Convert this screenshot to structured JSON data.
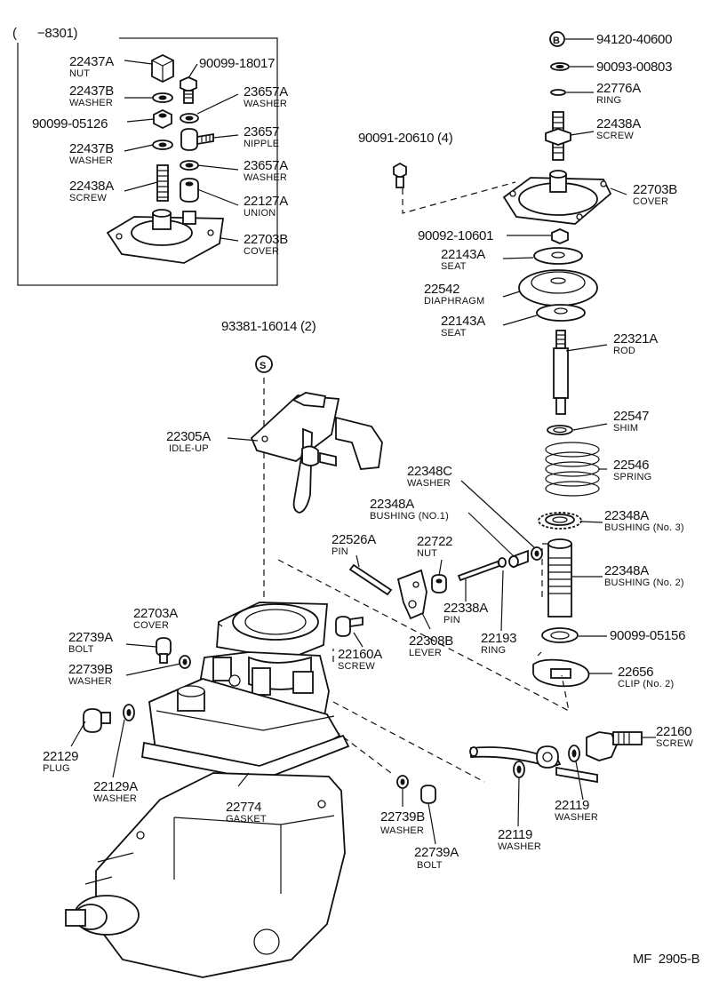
{
  "inset_header": "(      −8301)",
  "footer": "MF  2905-B",
  "parts": [
    {
      "id": "p22437A",
      "num": "22437A",
      "name": "NUT"
    },
    {
      "id": "p22437B_1",
      "num": "22437B",
      "name": "WASHER"
    },
    {
      "id": "p90099_05126",
      "num": "90099-05126",
      "name": ""
    },
    {
      "id": "p22437B_2",
      "num": "22437B",
      "name": "WASHER"
    },
    {
      "id": "p22438A_1",
      "num": "22438A",
      "name": "SCREW"
    },
    {
      "id": "p90099_18017",
      "num": "90099-18017",
      "name": ""
    },
    {
      "id": "p23657A_1",
      "num": "23657A",
      "name": "WASHER"
    },
    {
      "id": "p23657",
      "num": "23657",
      "name": "NIPPLE"
    },
    {
      "id": "p23657A_2",
      "num": "23657A",
      "name": "WASHER"
    },
    {
      "id": "p22127A",
      "num": "22127A",
      "name": "UNION"
    },
    {
      "id": "p22703B_1",
      "num": "22703B",
      "name": "COVER"
    },
    {
      "id": "p94120",
      "num": "94120-40600",
      "name": ""
    },
    {
      "id": "p90093",
      "num": "90093-00803",
      "name": ""
    },
    {
      "id": "p22776A",
      "num": "22776A",
      "name": "RING"
    },
    {
      "id": "p22438A_2",
      "num": "22438A",
      "name": "SCREW"
    },
    {
      "id": "p90091",
      "num": "90091-20610 (4)",
      "name": ""
    },
    {
      "id": "p22703B_2",
      "num": "22703B",
      "name": "COVER"
    },
    {
      "id": "p90092",
      "num": "90092-10601",
      "name": ""
    },
    {
      "id": "p22143A_1",
      "num": "22143A",
      "name": "SEAT"
    },
    {
      "id": "p22542",
      "num": "22542",
      "name": "DIAPHRAGM"
    },
    {
      "id": "p22143A_2",
      "num": "22143A",
      "name": "SEAT"
    },
    {
      "id": "p93381",
      "num": "93381-16014 (2)",
      "name": ""
    },
    {
      "id": "p22321A",
      "num": "22321A",
      "name": "ROD"
    },
    {
      "id": "p22547",
      "num": "22547",
      "name": "SHIM"
    },
    {
      "id": "p22305A",
      "num": "22305A",
      "name": "IDLE-UP"
    },
    {
      "id": "p22546",
      "num": "22546",
      "name": "SPRING"
    },
    {
      "id": "p22348C",
      "num": "22348C",
      "name": "WASHER"
    },
    {
      "id": "p22348A_1",
      "num": "22348A",
      "name": "BUSHING (NO.1)"
    },
    {
      "id": "p22348A_3",
      "num": "22348A",
      "name": "BUSHING (No. 3)"
    },
    {
      "id": "p22526A",
      "num": "22526A",
      "name": "PIN"
    },
    {
      "id": "p22722",
      "num": "22722",
      "name": "NUT"
    },
    {
      "id": "p22348A_2",
      "num": "22348A",
      "name": "BUSHING (No. 2)"
    },
    {
      "id": "p22338A",
      "num": "22338A",
      "name": "PIN"
    },
    {
      "id": "p22703A",
      "num": "22703A",
      "name": "COVER"
    },
    {
      "id": "p22739A_1",
      "num": "22739A",
      "name": "BOLT"
    },
    {
      "id": "p22160A",
      "num": "22160A",
      "name": "SCREW"
    },
    {
      "id": "p22308B",
      "num": "22308B",
      "name": "LEVER"
    },
    {
      "id": "p22193",
      "num": "22193",
      "name": "RING"
    },
    {
      "id": "p90099_05156",
      "num": "90099-05156",
      "name": ""
    },
    {
      "id": "p22739B_1",
      "num": "22739B",
      "name": "WASHER"
    },
    {
      "id": "p22656",
      "num": "22656",
      "name": "CLIP (No. 2)"
    },
    {
      "id": "p22160",
      "num": "22160",
      "name": "SCREW"
    },
    {
      "id": "p22129",
      "num": "22129",
      "name": "PLUG"
    },
    {
      "id": "p22129A",
      "num": "22129A",
      "name": "WASHER"
    },
    {
      "id": "p22774",
      "num": "22774",
      "name": "GASKET"
    },
    {
      "id": "p22739B_2",
      "num": "22739B",
      "name": "WASHER"
    },
    {
      "id": "p22119_1",
      "num": "22119",
      "name": "WASHER"
    },
    {
      "id": "p22119_2",
      "num": "22119",
      "name": "WASHER"
    },
    {
      "id": "p22739A_2",
      "num": "22739A",
      "name": "BOLT"
    }
  ]
}
